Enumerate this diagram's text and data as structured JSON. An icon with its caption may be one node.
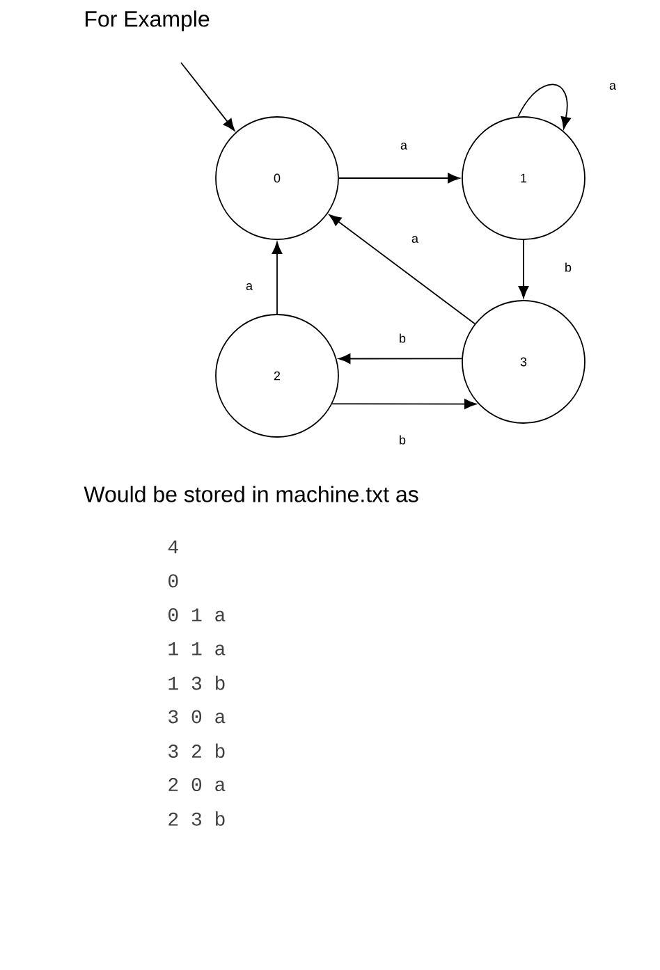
{
  "diagram": {
    "title": "For Example",
    "nodes": [
      {
        "text": [
          "0"
        ]
      },
      {
        "text": [
          "1"
        ]
      },
      {
        "text": [
          "2"
        ]
      },
      {
        "text": [
          "3"
        ]
      }
    ],
    "edges": [
      {
        "from": null,
        "to": 0,
        "arrow": "to"
      },
      {
        "from": 0,
        "to": 1,
        "arrow": "to",
        "label": "a"
      },
      {
        "from": 1,
        "to": 1,
        "arrow": "to",
        "label": "a"
      },
      {
        "from": 1,
        "to": 3,
        "arrow": "to",
        "label": "b"
      },
      {
        "from": 3,
        "to": 0,
        "arrow": "to",
        "label": "a"
      },
      {
        "from": 3,
        "to": 2,
        "arrow": "to",
        "label": "b"
      },
      {
        "from": 2,
        "to": 3,
        "arrow": "to",
        "label": "b"
      },
      {
        "from": 2,
        "to": 0,
        "arrow": "to",
        "label": "a"
      }
    ],
    "labels": [
      "Would be stored in machine.txt as",
      "4",
      "0",
      "0 1 a",
      "1 1 a",
      "1 3 b",
      "3 0 a",
      "3 2 b",
      "2 0 a",
      "2 3 b"
    ]
  }
}
